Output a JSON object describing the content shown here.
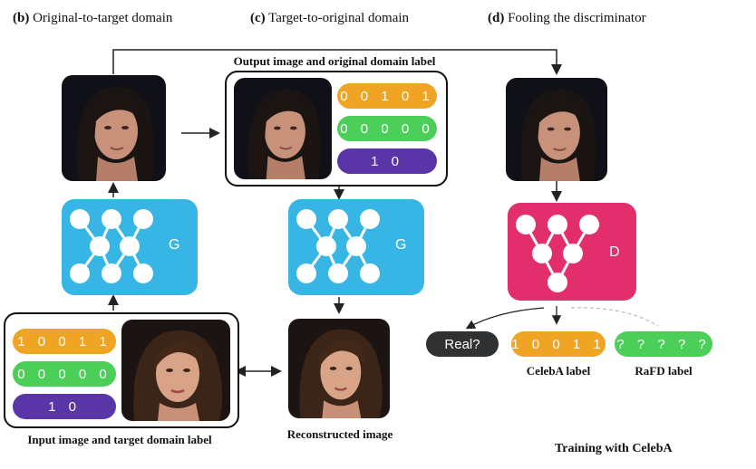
{
  "headers": {
    "b": {
      "tag": "(b)",
      "text": "Original-to-target domain"
    },
    "c": {
      "tag": "(c)",
      "text": "Target-to-original domain"
    },
    "d": {
      "tag": "(d)",
      "text": "Fooling the discriminator"
    }
  },
  "captions": {
    "output": "Output image and original domain label",
    "input": "Input image and target domain label",
    "reconstructed": "Reconstructed image",
    "celeba_label": "CelebA label",
    "rafd_label": "RaFD label",
    "training": "Training with CelebA"
  },
  "output_labels": {
    "orange": "0 0 1 0 1",
    "green": "0 0 0 0 0",
    "purple": "1    0"
  },
  "input_labels": {
    "orange": "1 0 0 1 1",
    "green": "0 0 0 0 0",
    "purple": "1    0"
  },
  "networks": {
    "generator": "G",
    "discriminator": "D"
  },
  "discriminator_outputs": {
    "real": "Real?",
    "celeba": "1 0 0 1 1",
    "rafd": "? ? ? ? ?"
  },
  "colors": {
    "generator": "#37b6e6",
    "discriminator": "#e22e6d",
    "orange": "#f0a424",
    "green": "#4ccf58",
    "purple": "#5a35a8",
    "dark": "#2f3133"
  },
  "icons": {
    "face_male": "face-man-icon",
    "face_female": "face-woman-icon"
  }
}
